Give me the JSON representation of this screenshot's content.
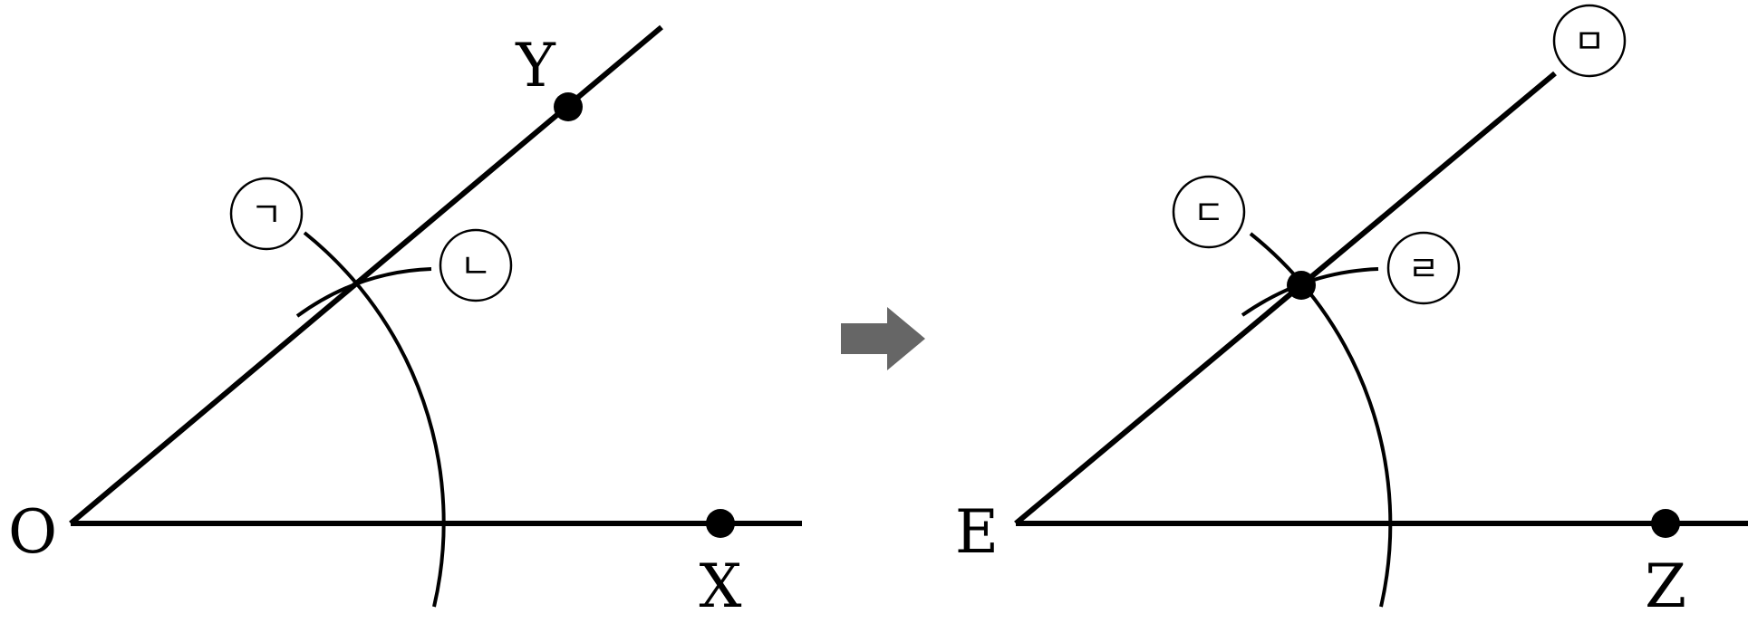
{
  "left_figure": {
    "point_labels": {
      "origin": "O",
      "x_point": "X",
      "y_point": "Y"
    },
    "step_labels": {
      "arc_from_o": "ㄱ",
      "arc_from_intersection": "ㄴ"
    }
  },
  "right_figure": {
    "point_labels": {
      "origin": "E",
      "z_point": "Z"
    },
    "step_labels": {
      "arc_from_e": "ㄷ",
      "arc_from_intersection": "ㄹ",
      "ray": "ㅁ"
    }
  },
  "colors": {
    "ink": "#000000",
    "arrow": "#666666"
  }
}
